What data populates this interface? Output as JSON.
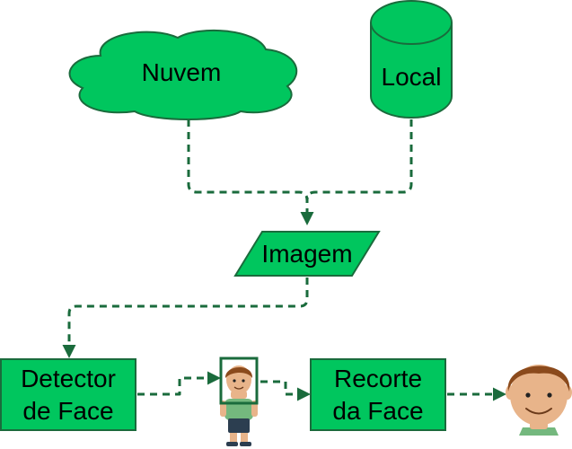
{
  "colors": {
    "fill": "#00c65e",
    "stroke": "#1a6b3c",
    "edge": "#1a6b3c",
    "hair": "#8b4a1c",
    "skin": "#e8b48a",
    "shirt": "#74b87e",
    "pants": "#2c3e50"
  },
  "nodes": {
    "cloud": {
      "label": "Nuvem",
      "shape": "cloud"
    },
    "local": {
      "label": "Local",
      "shape": "cylinder"
    },
    "image": {
      "label": "Imagem",
      "shape": "parallelogram"
    },
    "detector": {
      "label_line1": "Detector",
      "label_line2": "de Face",
      "shape": "rectangle"
    },
    "person": {
      "icon": "person-figure-icon",
      "framed": true
    },
    "crop": {
      "label_line1": "Recorte",
      "label_line2": "da Face",
      "shape": "rectangle"
    },
    "face": {
      "icon": "face-icon"
    }
  },
  "edges": [
    {
      "from": "cloud",
      "to": "image",
      "style": "dashed"
    },
    {
      "from": "local",
      "to": "image",
      "style": "dashed"
    },
    {
      "from": "image",
      "to": "detector",
      "style": "dashed"
    },
    {
      "from": "detector",
      "to": "person",
      "style": "dashed"
    },
    {
      "from": "person",
      "to": "crop",
      "style": "dashed"
    },
    {
      "from": "crop",
      "to": "face",
      "style": "dashed"
    }
  ]
}
